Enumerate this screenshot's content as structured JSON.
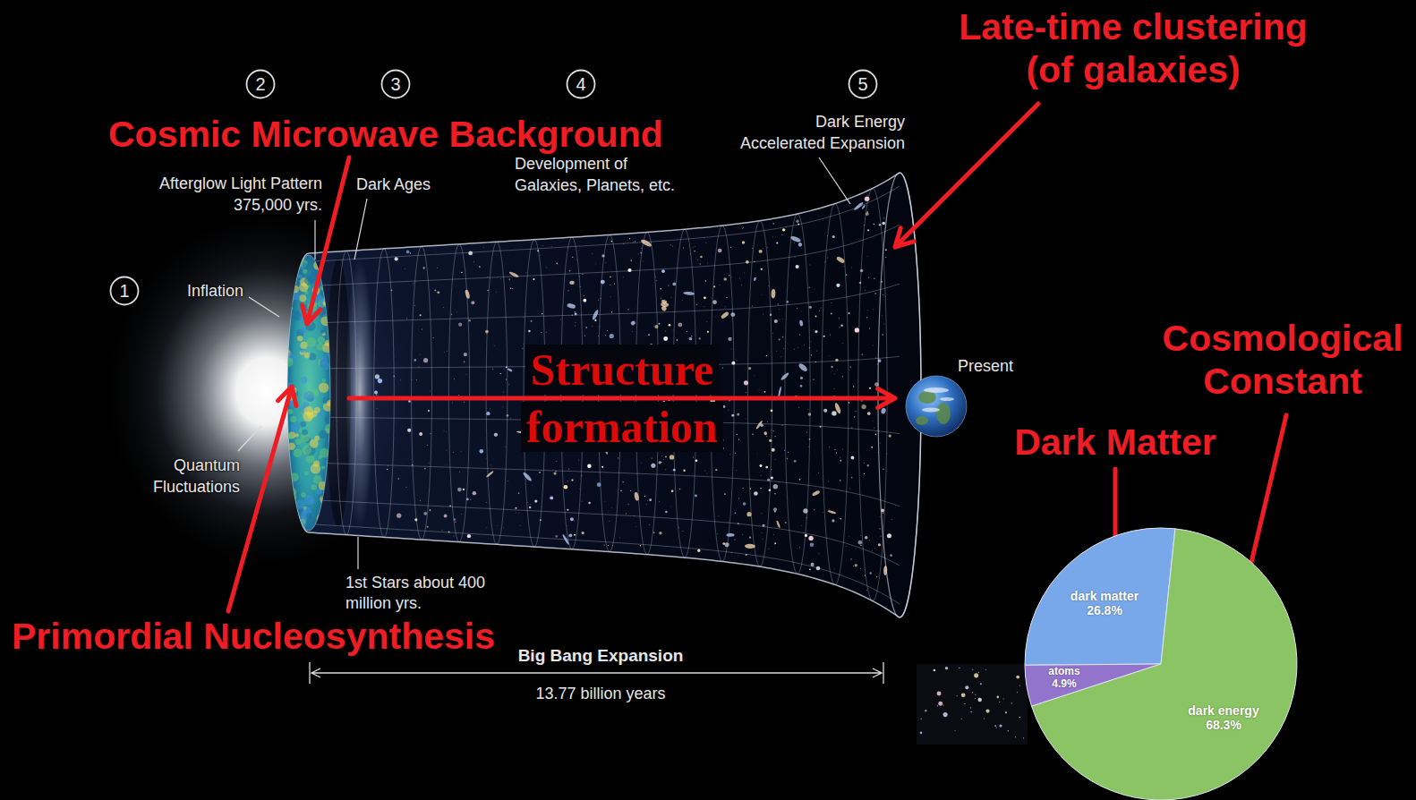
{
  "diagram": {
    "nodes": [
      {
        "text": [
          "1"
        ]
      },
      {
        "text": [
          "2"
        ]
      },
      {
        "text": [
          "3"
        ]
      },
      {
        "text": [
          "4"
        ]
      },
      {
        "text": [
          "5"
        ]
      },
      {
        "text": [
          "dark matter 26.8%"
        ]
      },
      {
        "text": [
          "atoms 4.9%"
        ]
      },
      {
        "text": [
          "dark energy 68.3%"
        ]
      }
    ],
    "labels": [
      "Late-time clustering (of galaxies)",
      "Cosmic Microwave Background",
      "Afterglow Light Pattern 375,000 yrs.",
      "Dark Ages",
      "Development of Galaxies, Planets, etc.",
      "Dark Energy Accelerated Expansion",
      "Inflation",
      "Structure formation",
      "Present",
      "Cosmological Constant",
      "Dark Matter",
      "Quantum Fluctuations",
      "1st Stars about 400 million yrs.",
      "Primordial Nucleosynthesis",
      "Big Bang Expansion",
      "13.77 billion years"
    ]
  }
}
